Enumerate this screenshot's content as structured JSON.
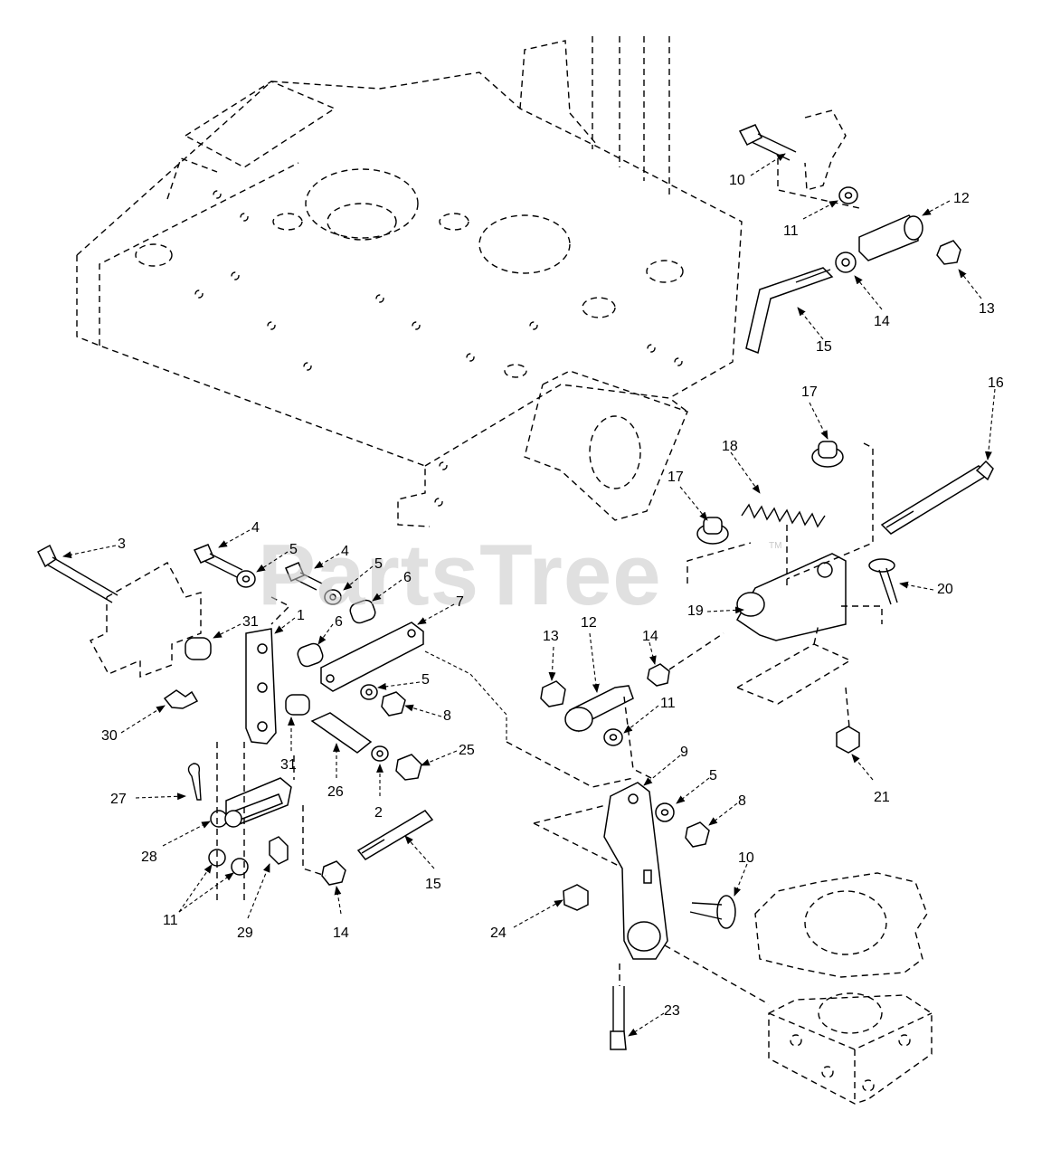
{
  "watermark": {
    "text": "PartsTree",
    "trademark": "TM"
  },
  "callouts": [
    {
      "id": "c-3",
      "label": "3"
    },
    {
      "id": "c-4a",
      "label": "4"
    },
    {
      "id": "c-5a",
      "label": "5"
    },
    {
      "id": "c-4b",
      "label": "4"
    },
    {
      "id": "c-5b",
      "label": "5"
    },
    {
      "id": "c-6a",
      "label": "6"
    },
    {
      "id": "c-7",
      "label": "7"
    },
    {
      "id": "c-31a",
      "label": "31"
    },
    {
      "id": "c-1",
      "label": "1"
    },
    {
      "id": "c-6b",
      "label": "6"
    },
    {
      "id": "c-5c",
      "label": "5"
    },
    {
      "id": "c-8a",
      "label": "8"
    },
    {
      "id": "c-30",
      "label": "30"
    },
    {
      "id": "c-31b",
      "label": "31"
    },
    {
      "id": "c-26",
      "label": "26"
    },
    {
      "id": "c-2",
      "label": "2"
    },
    {
      "id": "c-25",
      "label": "25"
    },
    {
      "id": "c-27",
      "label": "27"
    },
    {
      "id": "c-28",
      "label": "28"
    },
    {
      "id": "c-11a",
      "label": "11"
    },
    {
      "id": "c-29",
      "label": "29"
    },
    {
      "id": "c-14a",
      "label": "14"
    },
    {
      "id": "c-15a",
      "label": "15"
    },
    {
      "id": "c-10a",
      "label": "10"
    },
    {
      "id": "c-11b",
      "label": "11"
    },
    {
      "id": "c-12a",
      "label": "12"
    },
    {
      "id": "c-13a",
      "label": "13"
    },
    {
      "id": "c-14b",
      "label": "14"
    },
    {
      "id": "c-15b",
      "label": "15"
    },
    {
      "id": "c-17a",
      "label": "17"
    },
    {
      "id": "c-18",
      "label": "18"
    },
    {
      "id": "c-16",
      "label": "16"
    },
    {
      "id": "c-17b",
      "label": "17"
    },
    {
      "id": "c-20",
      "label": "20"
    },
    {
      "id": "c-19",
      "label": "19"
    },
    {
      "id": "c-13b",
      "label": "13"
    },
    {
      "id": "c-12b",
      "label": "12"
    },
    {
      "id": "c-14c",
      "label": "14"
    },
    {
      "id": "c-11c",
      "label": "11"
    },
    {
      "id": "c-21",
      "label": "21"
    },
    {
      "id": "c-9",
      "label": "9"
    },
    {
      "id": "c-5d",
      "label": "5"
    },
    {
      "id": "c-8b",
      "label": "8"
    },
    {
      "id": "c-10b",
      "label": "10"
    },
    {
      "id": "c-24",
      "label": "24"
    },
    {
      "id": "c-23",
      "label": "23"
    }
  ]
}
